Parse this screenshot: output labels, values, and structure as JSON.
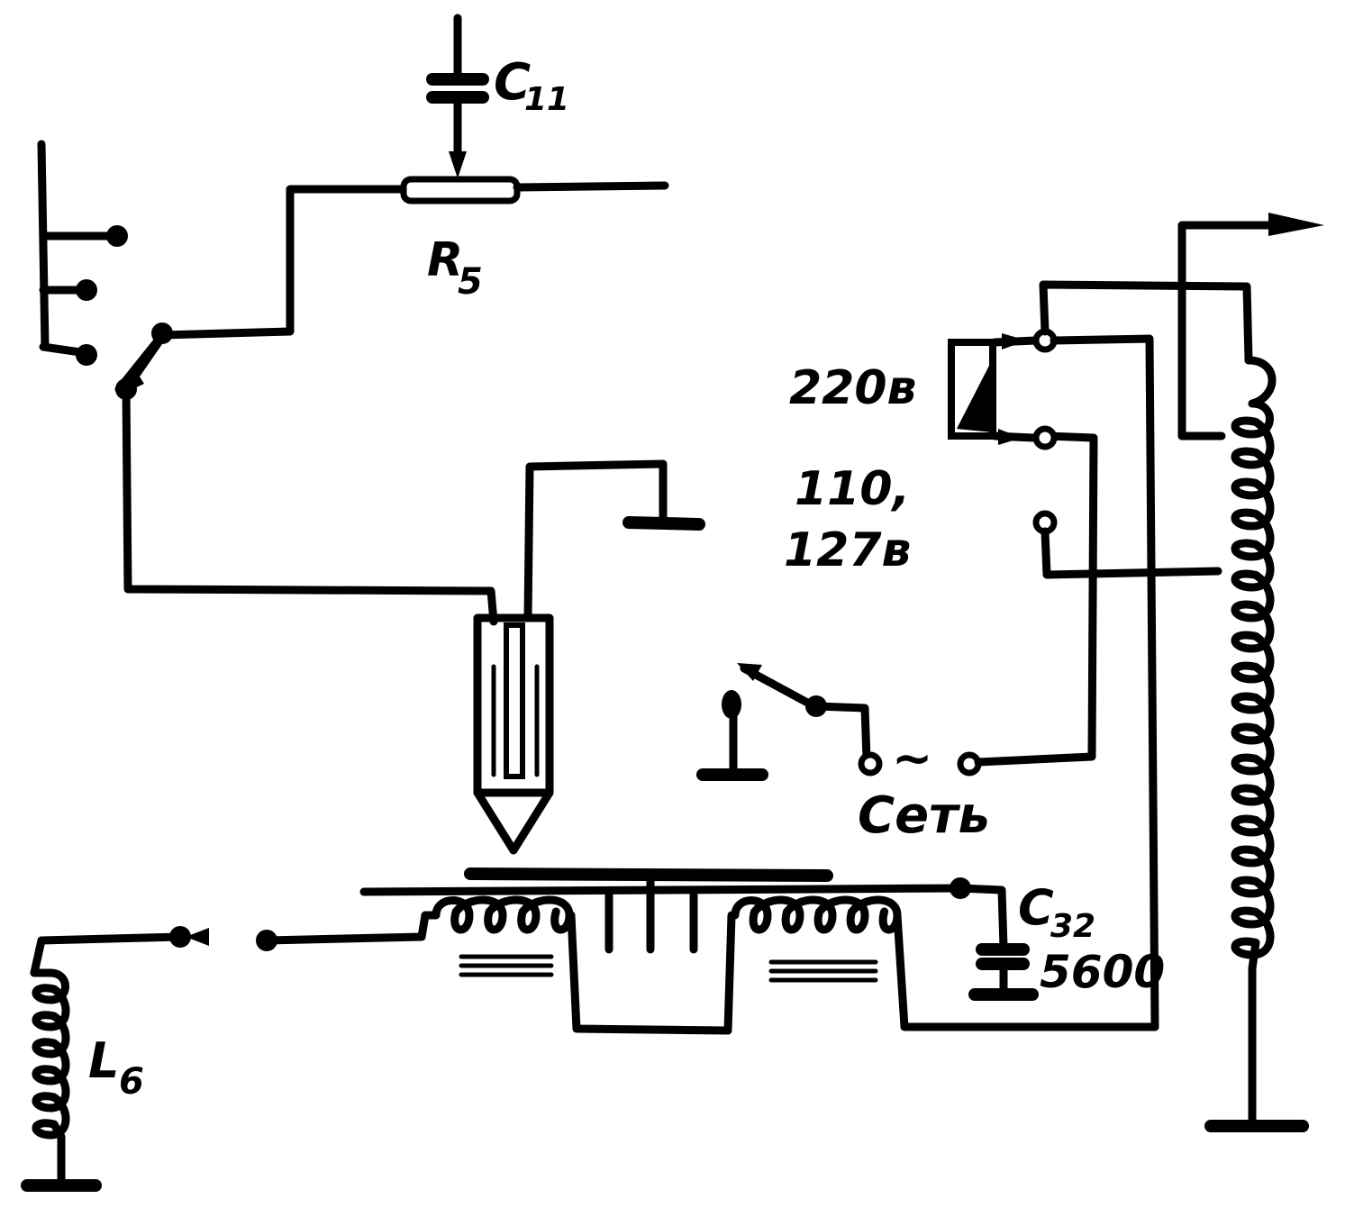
{
  "labels": {
    "c11": "C",
    "c11_sub": "11",
    "r5": "R",
    "r5_sub": "5",
    "v220": "220в",
    "v110": "110,",
    "v127": "127в",
    "mains": "Сеть",
    "mains_symbol": "~",
    "c32": "C",
    "c32_sub": "32",
    "c32_value": "5600",
    "l6": "L",
    "l6_sub": "6"
  }
}
